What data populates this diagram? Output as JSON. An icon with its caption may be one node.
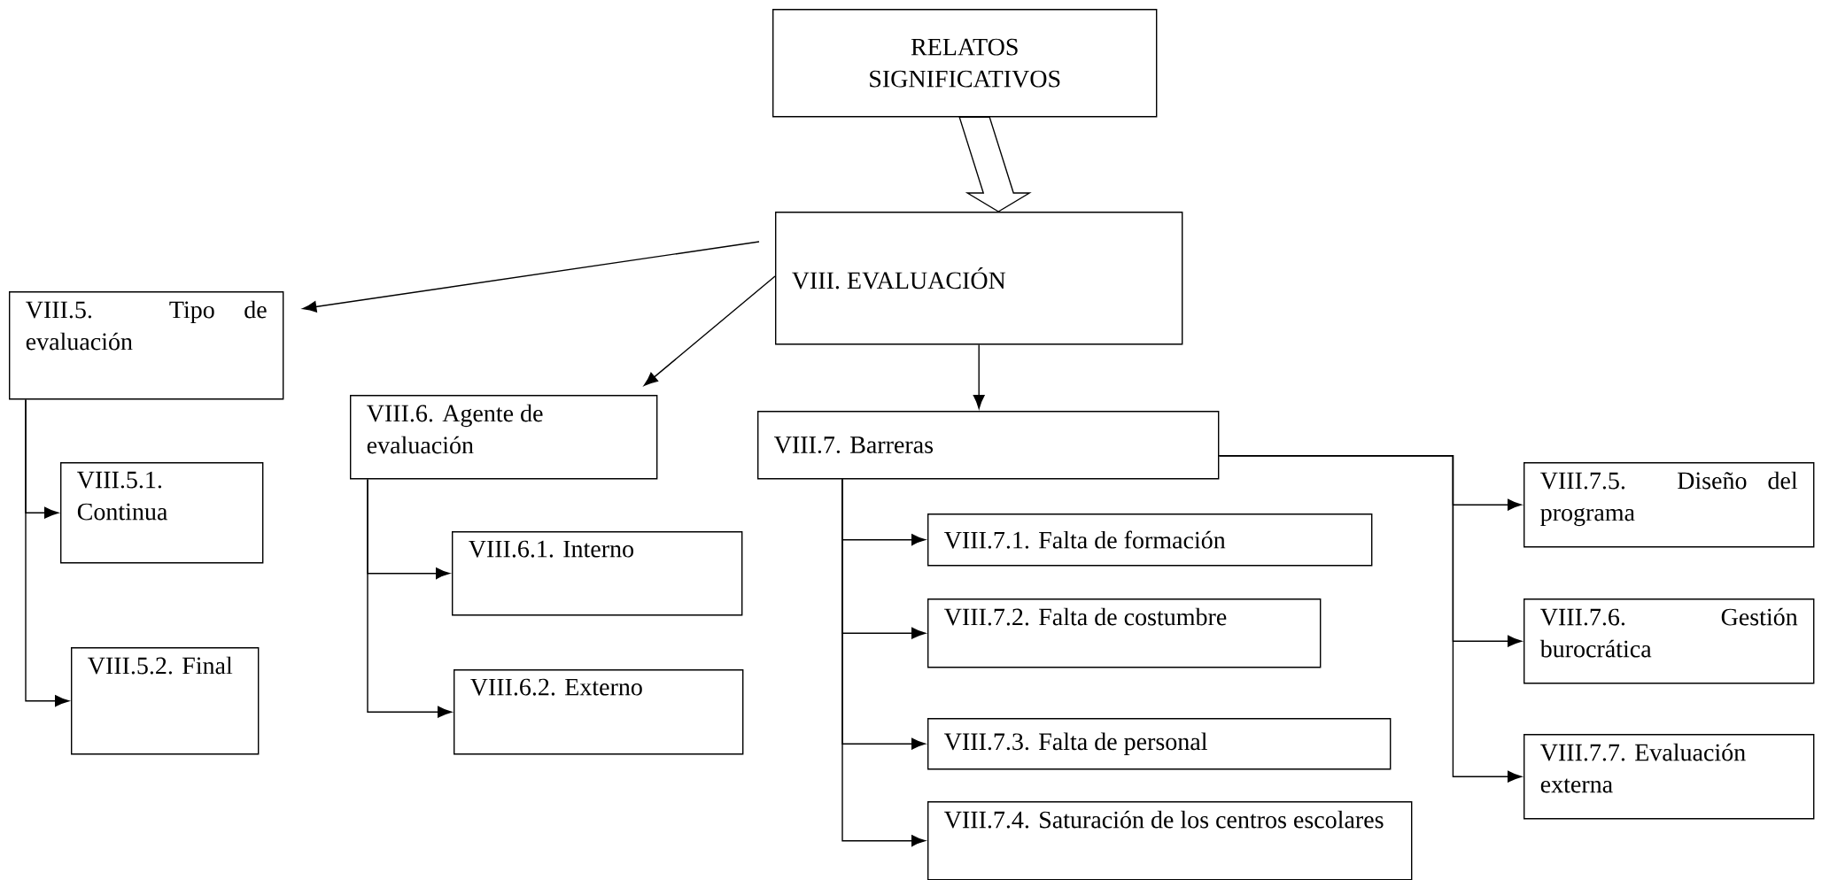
{
  "diagram": {
    "nodes": [
      {
        "text": [
          "RELATOS SIGNIFICATIVOS"
        ]
      },
      {
        "text": [
          "VIII. EVALUACIÓN"
        ]
      },
      {
        "text": [
          "VIII.5. Tipo de evaluación"
        ]
      },
      {
        "text": [
          "VIII.5.1. Continua"
        ]
      },
      {
        "text": [
          "VIII.5.2. Final"
        ]
      },
      {
        "text": [
          "VIII.6. Agente de evaluación"
        ]
      },
      {
        "text": [
          "VIII.6.1. Interno"
        ]
      },
      {
        "text": [
          "VIII.6.2. Externo"
        ]
      },
      {
        "text": [
          "VIII.7. Barreras"
        ]
      },
      {
        "text": [
          "VIII.7.1. Falta de formación"
        ]
      },
      {
        "text": [
          "VIII.7.2. Falta de costumbre"
        ]
      },
      {
        "text": [
          "VIII.7.3. Falta de personal"
        ]
      },
      {
        "text": [
          "VIII.7.4. Saturación de los centros escolares"
        ]
      },
      {
        "text": [
          "VIII.7.5. Diseño del programa"
        ]
      },
      {
        "text": [
          "VIII.7.6. Gestión burocrática"
        ]
      },
      {
        "text": [
          "VIII.7.7. Evaluación externa"
        ]
      }
    ],
    "edges": [
      {
        "from": 0,
        "to": 1,
        "arrow": "to",
        "style": "thick"
      },
      {
        "from": 1,
        "to": 2,
        "arrow": "to"
      },
      {
        "from": 1,
        "to": 5,
        "arrow": "to"
      },
      {
        "from": 1,
        "to": 8,
        "arrow": "to"
      },
      {
        "from": 2,
        "to": 3,
        "arrow": "to"
      },
      {
        "from": 2,
        "to": 4,
        "arrow": "to"
      },
      {
        "from": 5,
        "to": 6,
        "arrow": "to"
      },
      {
        "from": 5,
        "to": 7,
        "arrow": "to"
      },
      {
        "from": 8,
        "to": 9,
        "arrow": "to"
      },
      {
        "from": 8,
        "to": 10,
        "arrow": "to"
      },
      {
        "from": 8,
        "to": 11,
        "arrow": "to"
      },
      {
        "from": 8,
        "to": 12,
        "arrow": "to"
      },
      {
        "from": 8,
        "to": 13,
        "arrow": "to"
      },
      {
        "from": 8,
        "to": 14,
        "arrow": "to"
      },
      {
        "from": 8,
        "to": 15,
        "arrow": "to"
      }
    ]
  }
}
